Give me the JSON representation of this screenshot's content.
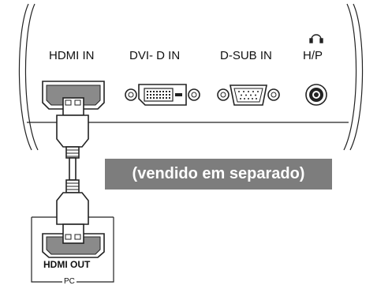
{
  "ports": {
    "hdmi_in": "HDMI IN",
    "dvi_d_in": "DVI- D IN",
    "d_sub_in": "D-SUB IN",
    "hp": "H/P"
  },
  "note": "(vendido  em separado)",
  "pc": {
    "hdmi_out": "HDMI OUT",
    "label": "PC"
  },
  "icons": [
    "headphone-icon"
  ]
}
